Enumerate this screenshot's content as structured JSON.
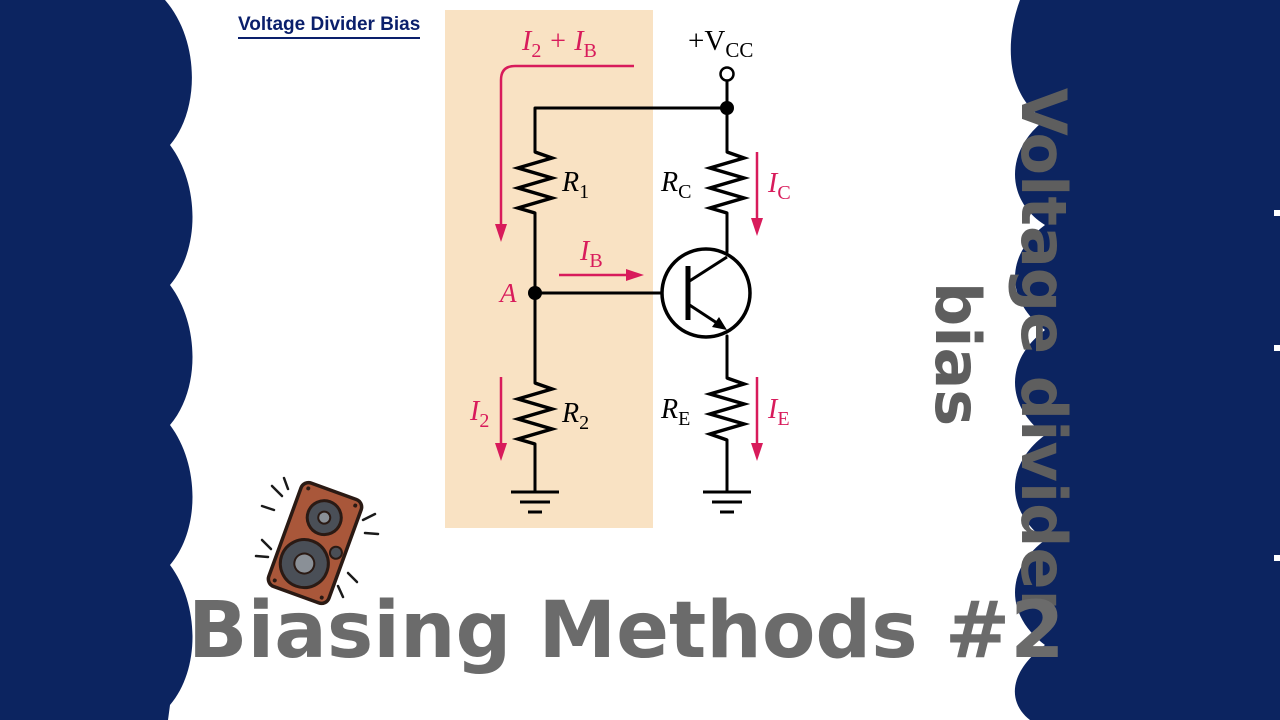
{
  "header": {
    "link_text": "Voltage Divider Bias"
  },
  "side_title": {
    "line1": "Voltage divider",
    "line2": "bias"
  },
  "main_title": "Biasing Methods #2",
  "colors": {
    "navy": "#0c2460",
    "highlight": "#f9e2c3",
    "current_arrow": "#d81b5b",
    "wire": "#000000",
    "title_gray": "#6b6b6b",
    "link": "#0a1f6b"
  },
  "diagram": {
    "supply_label": "+VCC",
    "supply_base": "+V",
    "supply_sub": "CC",
    "node_label": "A",
    "resistors": [
      {
        "name": "R",
        "sub": "1"
      },
      {
        "name": "R",
        "sub": "C"
      },
      {
        "name": "R",
        "sub": "2"
      },
      {
        "name": "R",
        "sub": "E"
      }
    ],
    "currents": [
      {
        "name": "I",
        "sub": "2",
        "extra": " + I",
        "extra_sub": "B"
      },
      {
        "name": "I",
        "sub": "B"
      },
      {
        "name": "I",
        "sub": "C"
      },
      {
        "name": "I",
        "sub": "2"
      },
      {
        "name": "I",
        "sub": "E"
      }
    ]
  },
  "icons": {
    "speaker": "speaker-icon"
  }
}
